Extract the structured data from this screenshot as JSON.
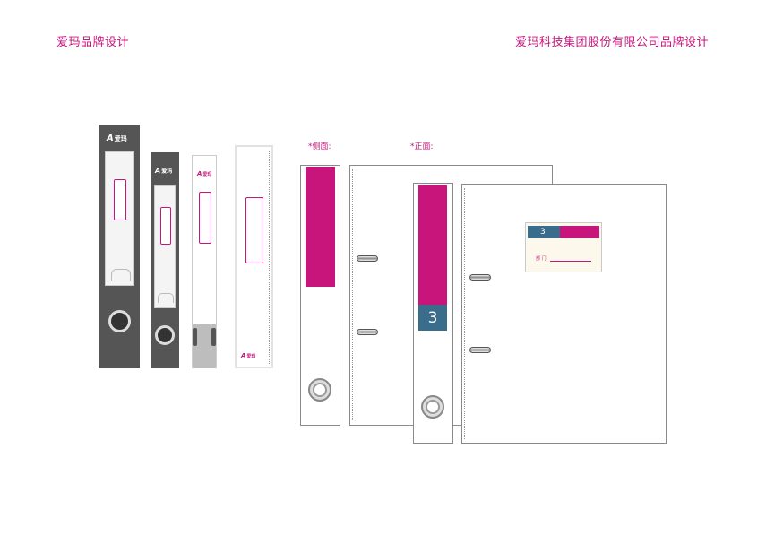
{
  "header": {
    "left_title": "爱玛品牌设计",
    "right_title": "爱玛科技集团股份有限公司品牌设计"
  },
  "captions": {
    "side": "*侧面:",
    "front": "*正面:"
  },
  "binder": {
    "logo_text": "爱玛",
    "number": "3",
    "label_number": "3",
    "label_dept": "部 门"
  },
  "colors": {
    "brand_magenta": "#c8157c",
    "spine_dark": "#555555",
    "label_blue": "#3a6d8c",
    "label_bg": "#fdf8ec"
  }
}
